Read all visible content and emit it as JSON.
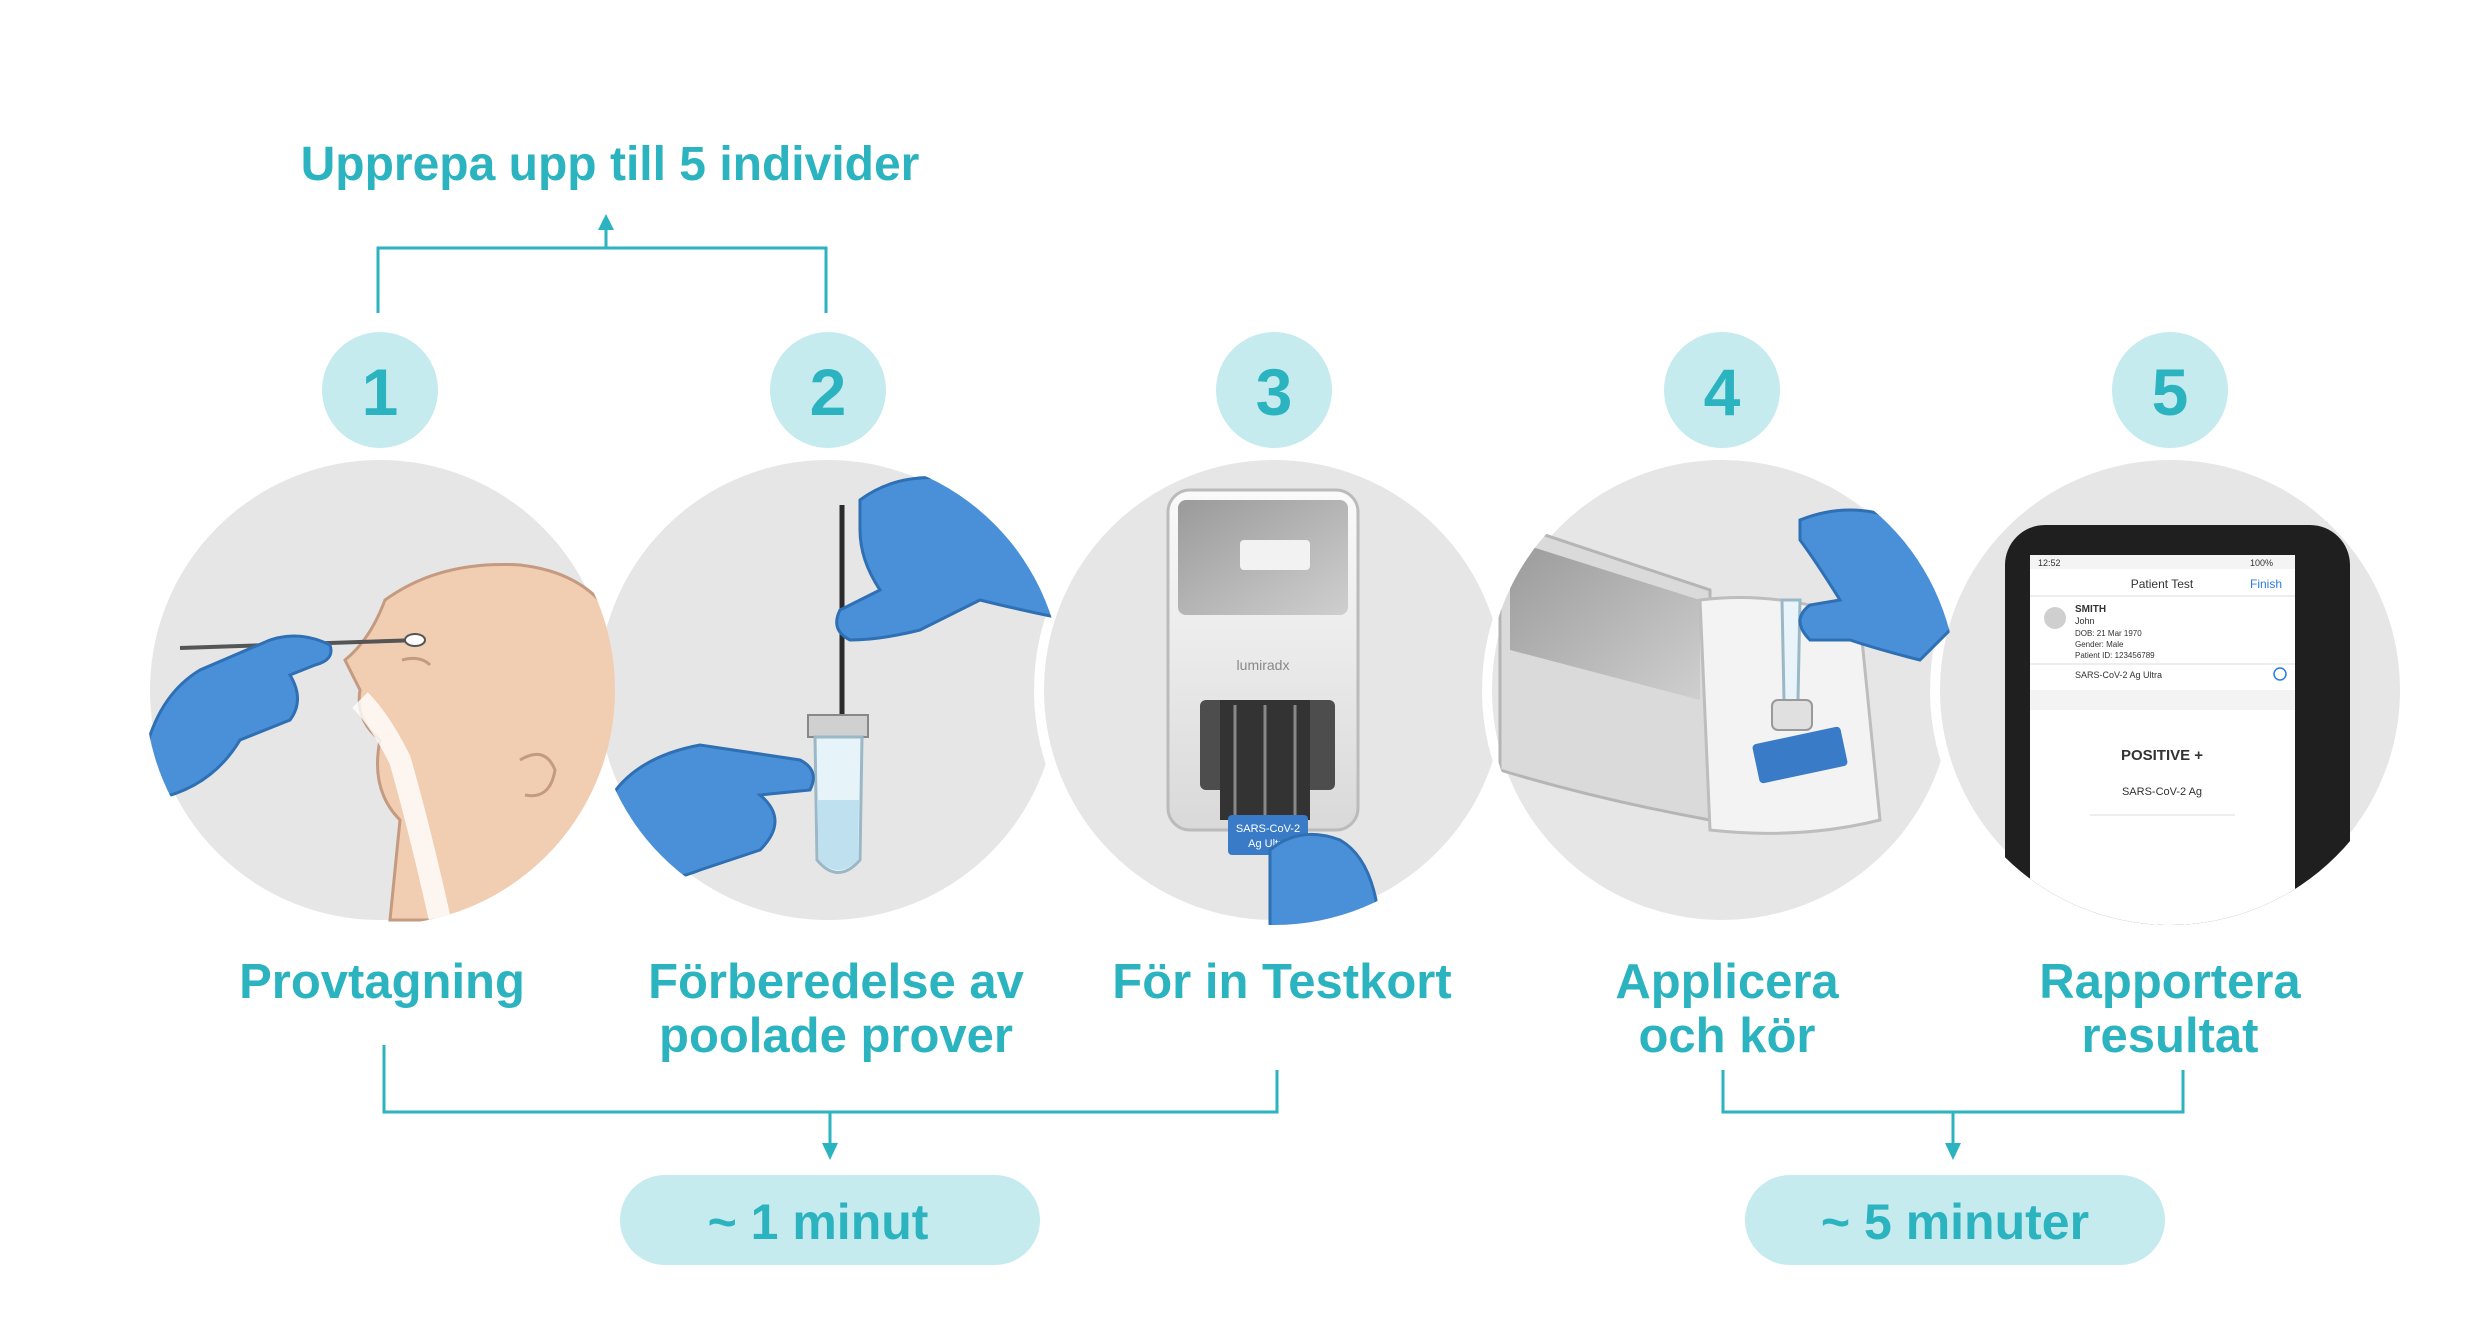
{
  "header": {
    "repeat_label": "Upprepa upp till 5 individer"
  },
  "steps": [
    {
      "number": "1",
      "label_lines": [
        "Provtagning"
      ]
    },
    {
      "number": "2",
      "label_lines": [
        "Förberedelse av",
        "poolade prover"
      ]
    },
    {
      "number": "3",
      "label_lines": [
        "För in Testkort"
      ]
    },
    {
      "number": "4",
      "label_lines": [
        "Applicera",
        "och kör"
      ]
    },
    {
      "number": "5",
      "label_lines": [
        "Rapportera",
        "resultat"
      ]
    }
  ],
  "durations": [
    {
      "label": "~ 1 minut"
    },
    {
      "label": "~ 5 minuter"
    }
  ],
  "device_screen": {
    "time": "12:52",
    "battery": "100%",
    "title": "Patient Test",
    "action": "Finish",
    "patient_last": "SMITH",
    "patient_first": "John",
    "dob": "DOB: 21 Mar 1970",
    "gender": "Gender: Male",
    "patient_id": "Patient ID: 123456789",
    "test_name": "SARS-CoV-2 Ag Ultra",
    "result": "POSITIVE +",
    "result_analyte": "SARS-CoV-2 Ag"
  },
  "instrument_brand": "lumiradx",
  "test_strip_text": [
    "SARS-CoV-2",
    "Ag Ultra"
  ],
  "colors": {
    "teal": "#2bb3bf",
    "light_teal": "#c5ebee",
    "circle_grey": "#e6e6e6",
    "glove_blue": "#4a90d9"
  }
}
